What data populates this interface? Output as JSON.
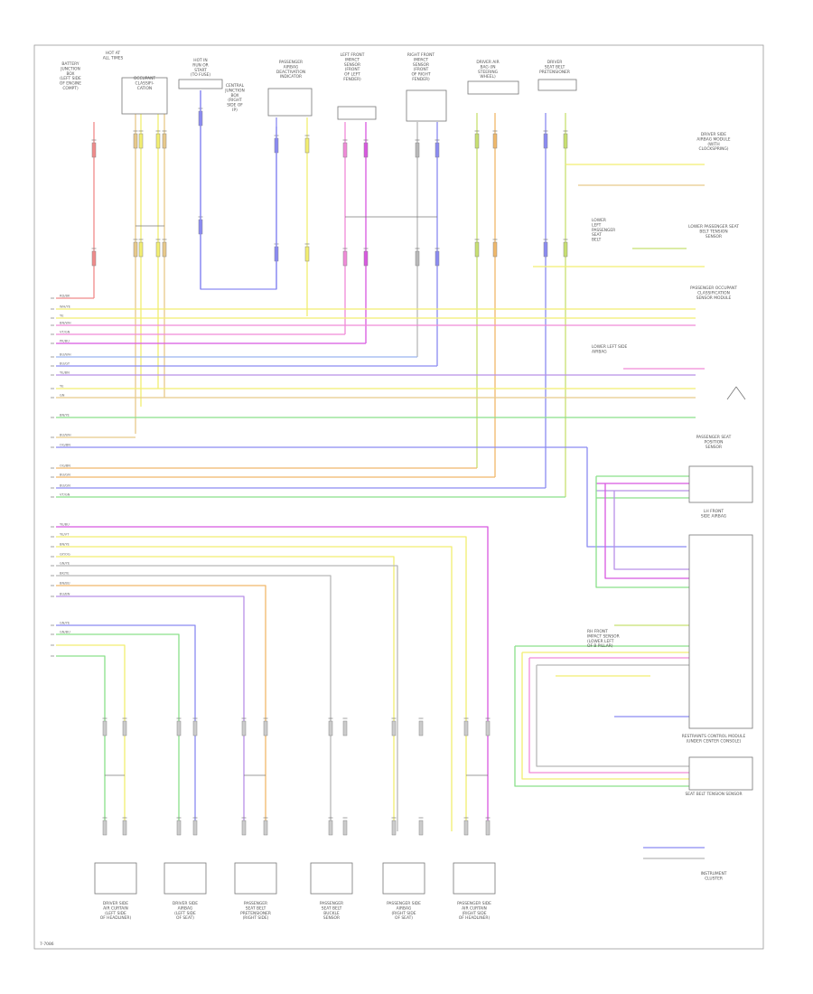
{
  "diagram": {
    "footer_code": "7-7086",
    "top_components": [
      {
        "key": "battery",
        "lines": [
          "BATTERY",
          "JUNCTION",
          "BOX",
          "(LEFT SIDE",
          "OF ENGINE",
          "COMPT)"
        ]
      },
      {
        "key": "hot_run",
        "lines": [
          "HOT AT",
          "ALL TIMES"
        ]
      },
      {
        "key": "occ_class",
        "lines": [
          "OCCUPANT",
          "CLASSIFI-",
          "CATION"
        ]
      },
      {
        "key": "hot_start",
        "lines": [
          "HOT IN",
          "RUN OR",
          "START",
          "(TO FUSE)"
        ]
      },
      {
        "key": "central",
        "lines": [
          "CENTRAL",
          "JUNCTION",
          "BOX",
          "(RIGHT",
          "SIDE OF",
          "IP)"
        ]
      },
      {
        "key": "pass_airbag",
        "lines": [
          "PASSENGER",
          "AIRBAG",
          "DEACTIVATION",
          "INDICATOR"
        ]
      },
      {
        "key": "lf_impact",
        "lines": [
          "LEFT FRONT",
          "IMPACT",
          "SENSOR",
          "(FRONT",
          "OF LEFT",
          "FENDER)"
        ]
      },
      {
        "key": "rf_impact",
        "lines": [
          "RIGHT FRONT",
          "IMPACT",
          "SENSOR",
          "(FRONT",
          "OF RIGHT",
          "FENDER)"
        ]
      },
      {
        "key": "clock",
        "lines": [
          "DRIVER AIR",
          "BAG (IN",
          "STEERING",
          "WHEEL)"
        ]
      },
      {
        "key": "drv_belt",
        "lines": [
          "DRIVER",
          "SEAT BELT",
          "PRETENSIONER"
        ]
      }
    ],
    "right_labels": [
      {
        "key": "r1",
        "lines": [
          "DRIVER SIDE",
          "AIRBAG MODULE",
          "(WITH",
          "CLOCKSPRING)"
        ]
      },
      {
        "key": "r2",
        "lines": [
          "LOWER",
          "LEFT",
          "PASSENGER",
          "SEAT",
          "BELT"
        ]
      },
      {
        "key": "r3",
        "lines": [
          "LOWER PASSENGER SEAT",
          "BELT TENSION",
          "SENSOR"
        ]
      },
      {
        "key": "r4",
        "lines": [
          "PASSENGER OCCUPANT",
          "CLASSIFICATION",
          "SENSOR MODULE"
        ]
      },
      {
        "key": "r5",
        "lines": [
          "LOWER LEFT SIDE",
          "AIRBAG"
        ]
      },
      {
        "key": "r6",
        "lines": [
          "PASSENGER SEAT",
          "POSITION",
          "SENSOR"
        ]
      },
      {
        "key": "r7",
        "lines": [
          "LH FRONT",
          "SIDE AIRBAG"
        ]
      },
      {
        "key": "r8",
        "lines": [
          "RH FRONT",
          "IMPACT SENSOR",
          "(LOWER LEFT",
          "OF B PILLAR)"
        ]
      },
      {
        "key": "r9",
        "lines": [
          "RESTRAINTS CONTROL MODULE",
          "(UNDER CENTER CONSOLE)"
        ]
      },
      {
        "key": "r10",
        "lines": [
          "SEAT BELT TENSION SENSOR"
        ]
      },
      {
        "key": "r11",
        "lines": [
          "INSTRUMENT",
          "CLUSTER"
        ]
      }
    ],
    "bottom_components": [
      {
        "key": "b1",
        "lines": [
          "DRIVER SIDE",
          "AIR CURTAIN",
          "(LEFT SIDE",
          "OF HEADLINER)"
        ]
      },
      {
        "key": "b2",
        "lines": [
          "DRIVER SIDE",
          "AIRBAG",
          "(LEFT SIDE",
          "OF SEAT)"
        ]
      },
      {
        "key": "b3",
        "lines": [
          "PASSENGER",
          "SEAT BELT",
          "PRETENSIONER",
          "(RIGHT SIDE)"
        ]
      },
      {
        "key": "b4",
        "lines": [
          "PASSENGER",
          "SEAT BELT",
          "BUCKLE",
          "SENSOR"
        ]
      },
      {
        "key": "b5",
        "lines": [
          "PASSENGER SIDE",
          "AIRBAG",
          "(RIGHT SIDE",
          "OF SEAT)"
        ]
      },
      {
        "key": "b6",
        "lines": [
          "PASSENGER SIDE",
          "AIR CURTAIN",
          "(RIGHT SIDE",
          "OF HEADLINER)"
        ]
      }
    ],
    "wire_colors": {
      "red": "#f08a8a",
      "yellow": "#f2ee70",
      "tan": "#e8c98a",
      "pink": "#f08ad8",
      "magenta": "#d858e0",
      "blue": "#8a8af2",
      "lightblue": "#9ab4f0",
      "green": "#8ae08a",
      "orange": "#f0b86a",
      "violet": "#b890e8",
      "gray": "#b8b8b8",
      "olive": "#c8e070"
    },
    "wire_codes": [
      "RD/BK",
      "WH/YE",
      "YE",
      "BN/WH",
      "VT/GN",
      "PK/BU",
      "BU/WH",
      "BU/GY",
      "YE/BN",
      "YE",
      "GN",
      "BN/YE",
      "BU/WH",
      "OG/BN",
      "OG/BN",
      "BU/GN",
      "BU/GN",
      "VT/GN",
      "YE/BU",
      "YE/VT",
      "BN/YE",
      "GY/OG",
      "GN/YE",
      "BK/YE",
      "BN/BU",
      "BU/BN",
      "GN/YE",
      "GN/BU"
    ]
  }
}
